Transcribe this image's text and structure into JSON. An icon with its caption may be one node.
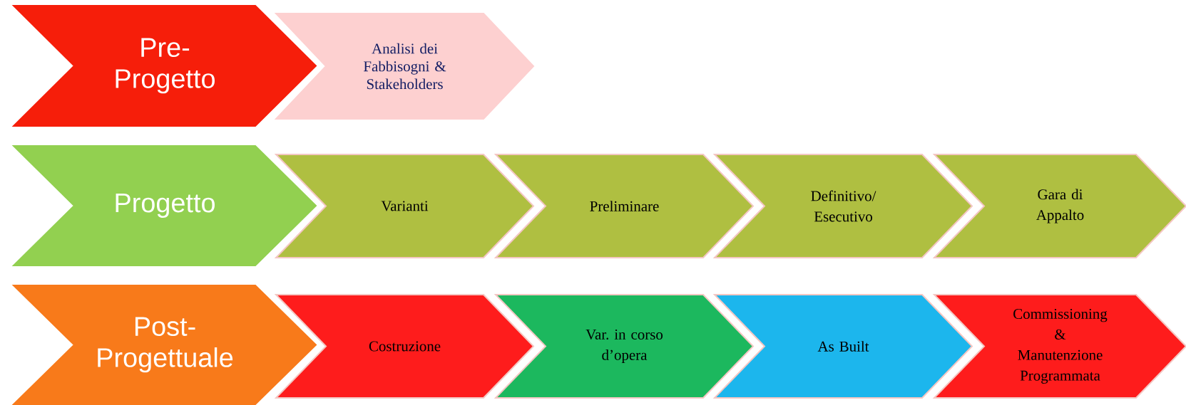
{
  "diagram": {
    "nodes": [
      {
        "text": [
          "Pre- Progetto"
        ]
      },
      {
        "text": [
          "Analisi dei Fabbisogni & Stakeholders"
        ]
      },
      {
        "text": [
          "Progetto"
        ]
      },
      {
        "text": [
          "Varianti"
        ]
      },
      {
        "text": [
          "Preliminare"
        ]
      },
      {
        "text": [
          "Definitivo/ Esecutivo"
        ]
      },
      {
        "text": [
          "Gara di Appalto"
        ]
      },
      {
        "text": [
          "Post- Progettuale"
        ]
      },
      {
        "text": [
          "Costruzione"
        ]
      },
      {
        "text": [
          "Var. in corso d’opera"
        ]
      },
      {
        "text": [
          "As Built"
        ]
      },
      {
        "text": [
          "Commissioning & Manutenzione Programmata"
        ]
      }
    ]
  }
}
